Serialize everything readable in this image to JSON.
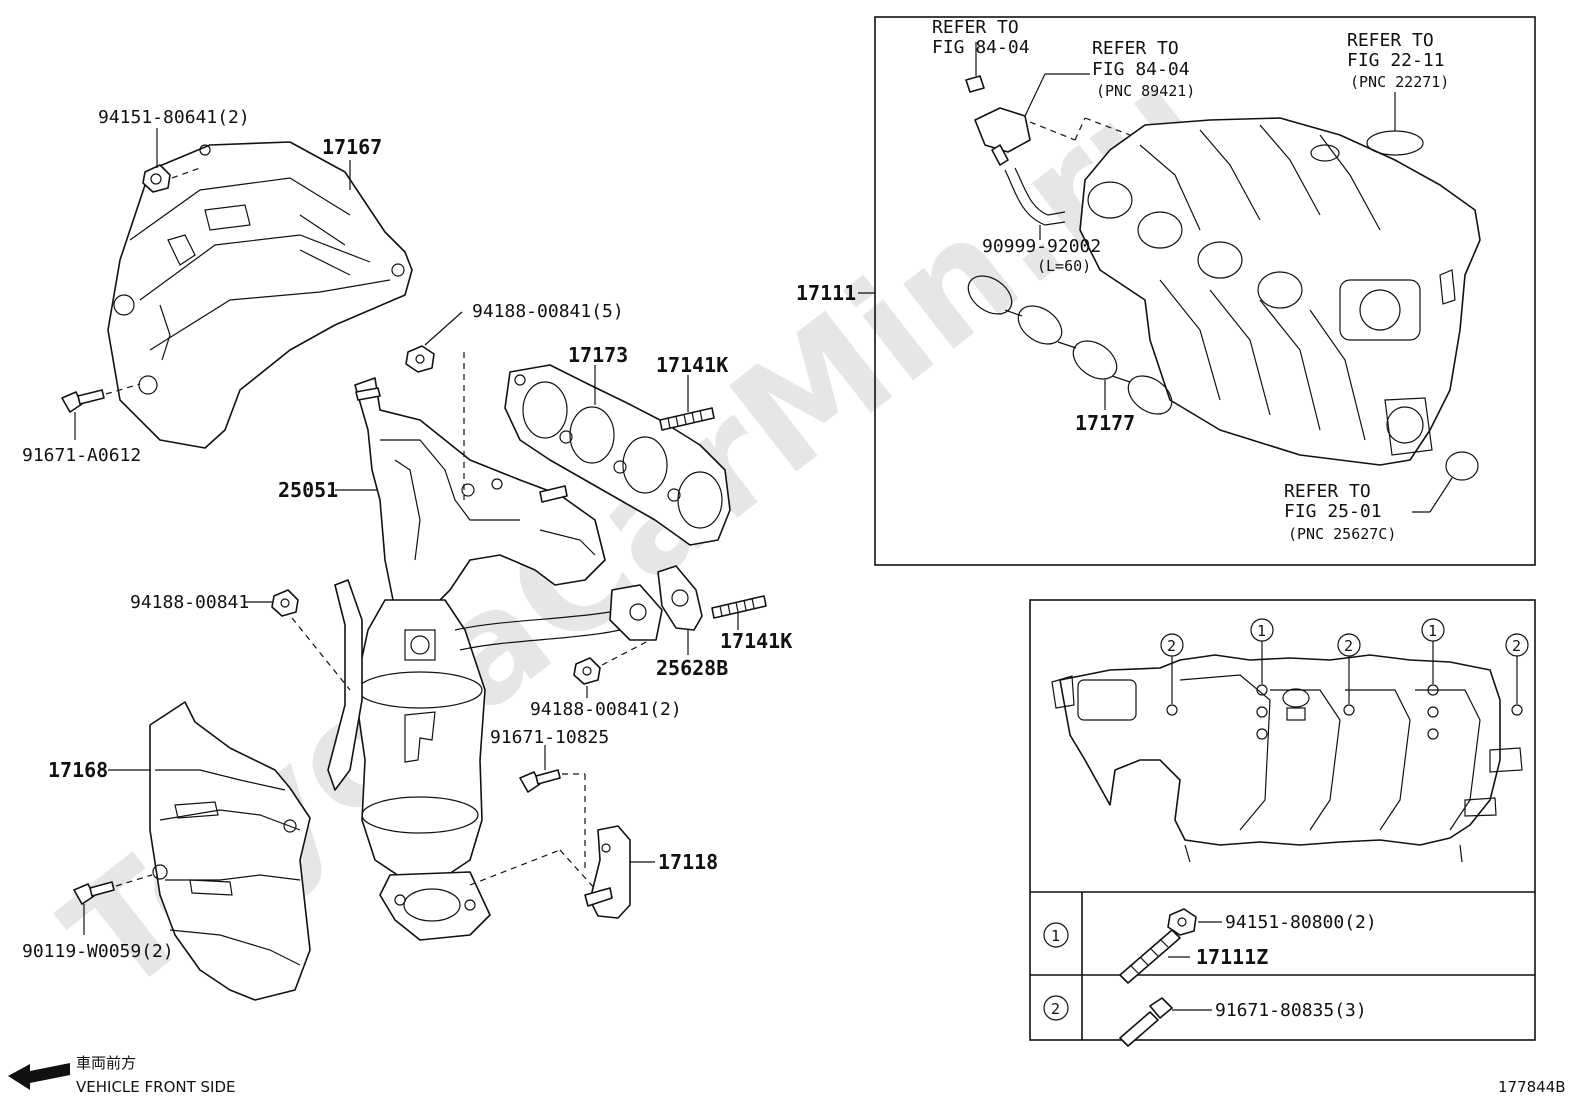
{
  "watermark": "ToyotaCarMin.ru",
  "labels": {
    "p17167": "17167",
    "p94151_80641": "94151-80641(2)",
    "p91671_a0612": "91671-A0612",
    "p94188_00841_5": "94188-00841(5)",
    "p17173": "17173",
    "p17141k_top": "17141K",
    "p25051": "25051",
    "p94188_00841": "94188-00841",
    "p17141k_bottom": "17141K",
    "p25628b": "25628B",
    "p94188_00841_2": "94188-00841(2)",
    "p91671_10825": "91671-10825",
    "p17168": "17168",
    "p17118": "17118",
    "p90119_w0059": "90119-W0059(2)",
    "p17111": "17111",
    "p90999_92002": "90999-92002",
    "p90999_len": "(L=60)",
    "p17177": "17177",
    "p94151_80800": "94151-80800(2)",
    "p17111z": "17111Z",
    "p91671_80835": "91671-80835(3)"
  },
  "refs": {
    "ref1_l1": "REFER TO",
    "ref1_l2": "FIG 84-04",
    "ref2_l1": "REFER TO",
    "ref2_l2": "FIG 84-04",
    "ref2_l3": "(PNC 89421)",
    "ref3_l1": "REFER TO",
    "ref3_l2": "FIG 22-11",
    "ref3_l3": "(PNC 22271)",
    "ref4_l1": "REFER TO",
    "ref4_l2": "FIG 25-01",
    "ref4_l3": "(PNC 25627C)"
  },
  "callouts": {
    "one": "1",
    "two": "2"
  },
  "footer": {
    "front_jp": "車両前方",
    "front_en": "VEHICLE FRONT SIDE",
    "figure_id": "177844B"
  }
}
